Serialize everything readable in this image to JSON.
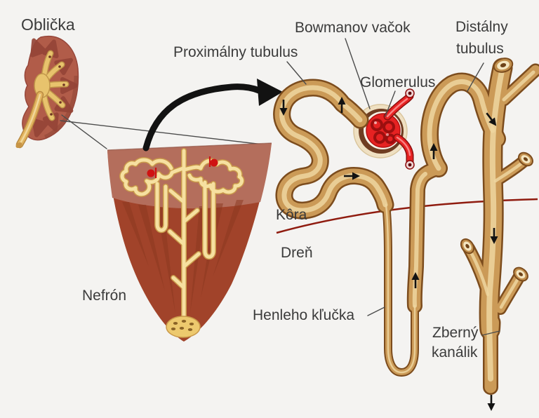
{
  "meta": {
    "subject": "Nephron / kidney anatomy diagram",
    "language": "Slovak"
  },
  "labels": {
    "kidney": "Oblička",
    "nephron": "Nefrón",
    "proximal_tubule": "Proximálny tubulus",
    "bowman_capsule": "Bowmanov vačok",
    "glomerulus": "Glomerulus",
    "distal_tubule_line1": "Distálny",
    "distal_tubule_line2": "tubulus",
    "cortex": "Kôra",
    "medulla": "Dreň",
    "henle_loop": "Henleho kľučka",
    "collecting_duct_line1": "Zberný",
    "collecting_duct_line2": "kanálik"
  },
  "colors": {
    "background": "#f4f3f1",
    "text": "#3b3b3b",
    "tube_body": "#cb9a57",
    "tube_outline": "#7c4c1d",
    "tube_highlight": "#eed6a0",
    "vessel_red": "#e62222",
    "vessel_dark": "#8c0d0d",
    "capsule_brown": "#6f3d22",
    "capsule_cream": "#efe0c2",
    "wedge_cortex": "#b46e5c",
    "wedge_medulla": "#a1432a",
    "kidney_body": "#b15c49",
    "kidney_pyramid": "#954537",
    "pelvis_gold": "#e8c36d",
    "cortex_medulla_line": "#8f1b0f",
    "flow_arrow": "#121212",
    "pointer_line": "#4c4c4c"
  },
  "icons": {
    "flow_arrow": "small black triangle arrows marking filtrate flow direction",
    "magnify_arrow": "thick black curved arrow showing enlargement from pyramid to nephron",
    "open_tube_end": "cut tube cross-section ring",
    "open_vessel_end": "cut blood-vessel cross-section ring"
  }
}
